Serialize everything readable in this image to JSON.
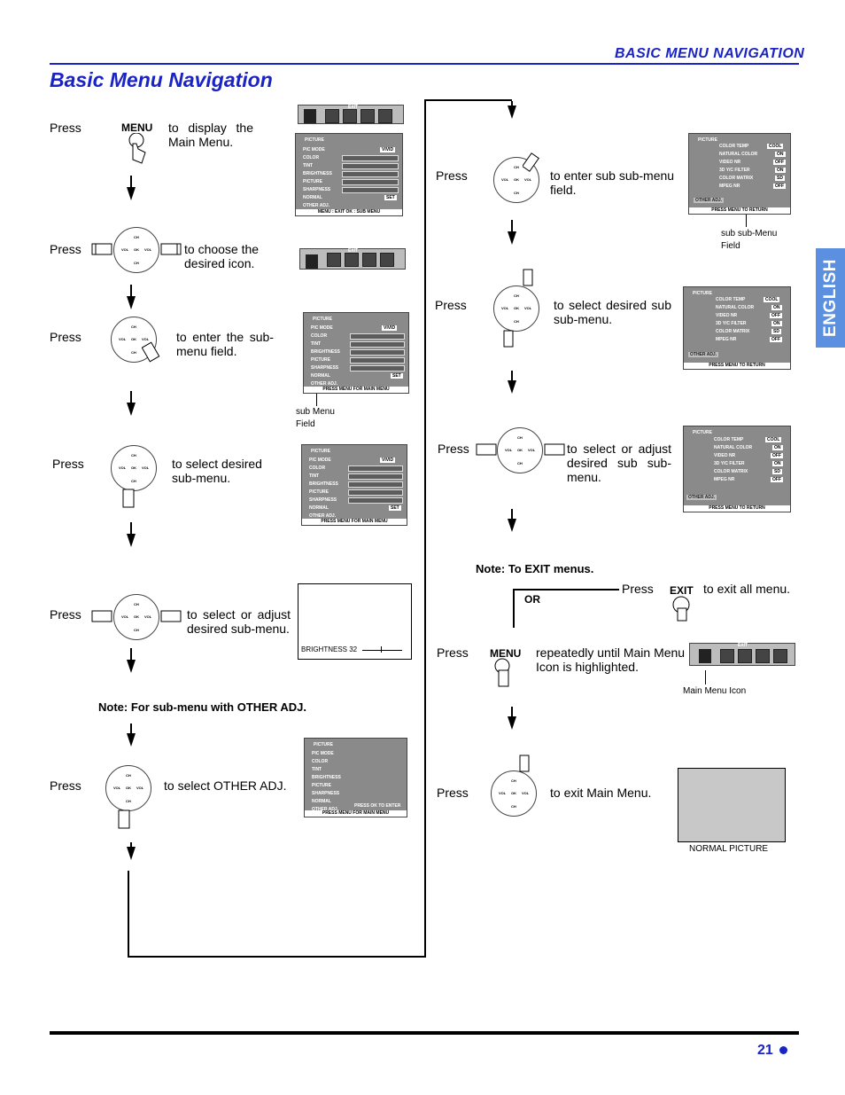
{
  "header": {
    "section_title": "BASIC MENU NAVIGATION"
  },
  "page": {
    "title": "Basic Menu Navigation",
    "language_tab": "ENGLISH",
    "page_number": "21"
  },
  "left_steps": [
    {
      "press": "Press",
      "button": "MENU",
      "instruction": "to display the Main Menu."
    },
    {
      "press": "Press",
      "instruction": "to choose the desired icon."
    },
    {
      "press": "Press",
      "instruction": "to enter the sub-menu field."
    },
    {
      "press": "Press",
      "instruction": "to select desired sub-menu."
    },
    {
      "press": "Press",
      "instruction": "to select or adjust desired sub-menu."
    },
    {
      "press": "Press",
      "instruction": "to select OTHER ADJ."
    }
  ],
  "notes": {
    "other_adj": "Note: For sub-menu with OTHER ADJ.",
    "exit": "Note: To EXIT menus."
  },
  "right_steps": [
    {
      "press": "Press",
      "instruction": "to enter sub sub-menu field."
    },
    {
      "press": "Press",
      "instruction": "to select desired sub sub-menu."
    },
    {
      "press": "Press",
      "instruction": "to select or adjust desired sub sub-menu."
    },
    {
      "press": "Press",
      "button": "EXIT",
      "instruction": "to exit all menu."
    },
    {
      "press": "Press",
      "button": "MENU",
      "instruction": "repeatedly until Main Menu Icon is highlighted."
    },
    {
      "press": "Press",
      "instruction": "to exit Main Menu."
    }
  ],
  "or_label": "OR",
  "remote": {
    "ch": "CH",
    "vol": "VOL",
    "ok": "OK"
  },
  "captions": {
    "sub_menu_field": "sub Menu Field",
    "sub_sub_menu_field": "sub sub-Menu Field",
    "main_menu_icon": "Main Menu Icon",
    "normal_picture": "NORMAL PICTURE",
    "brightness": "BRIGHTNESS  32"
  },
  "menu_screen": {
    "title": "PICTURE",
    "items": [
      "PIC MODE",
      "COLOR",
      "TINT",
      "BRIGHTNESS",
      "PICTURE",
      "SHARPNESS",
      "NORMAL",
      "OTHER ADJ."
    ],
    "pic_mode_value": "VIVID",
    "normal_value": "SET",
    "footer_main": "MENU : EXIT OK : SUB MENU",
    "footer_sub": "PRESS MENU FOR MAIN MENU",
    "press_ok": "PRESS OK TO ENTER",
    "exit_label": "EXIT"
  },
  "sub_sub_screen": {
    "title": "PICTURE",
    "items": [
      "COLOR TEMP",
      "NATURAL COLOR",
      "VIDEO NR",
      "3D Y/C FILTER",
      "COLOR MATRIX",
      "MPEG NR"
    ],
    "values": [
      "COOL",
      "ON",
      "OFF",
      "ON",
      "SD",
      "OFF"
    ],
    "other_adj": "OTHER ADJ.",
    "footer": "PRESS MENU TO RETURN"
  }
}
